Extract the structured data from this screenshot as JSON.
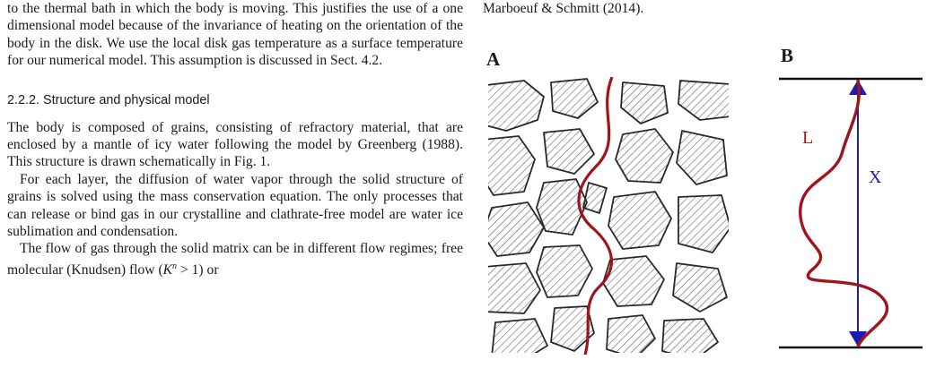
{
  "left_column": {
    "para1": "to the thermal bath in which the body is moving. This justifies the use of a one dimensional model because of the invariance of heating on the orientation of the body in the disk. We use the local disk gas temperature as a surface temperature for our numerical model. This assumption is discussed in Sect. 4.2.",
    "section_heading": "2.2.2. Structure and physical model",
    "para2": "The body is composed of grains, consisting of refractory material, that are enclosed by a mantle of icy water following the model by Greenberg (1988). This structure is drawn schematically in Fig. 1.",
    "para3": "For each layer, the diffusion of water vapor through the solid structure of grains is solved using the mass conservation equation. The only processes that can release or bind gas in our crystalline and clathrate-free model are water ice sublimation and condensation.",
    "para4_start": "The flow of gas through the solid matrix can be in different flow regimes; free molecular (Knudsen) flow (",
    "para4_symbol": "K",
    "para4_sup": "n",
    "para4_end": " > 1) or"
  },
  "right_column": {
    "top_line": "Marboeuf & Schmitt (2014).",
    "figure": {
      "panel_a_label": "A",
      "panel_b_label": "B",
      "path_label": "L",
      "distance_label": "X"
    }
  },
  "colors": {
    "text": "#1a1a1a",
    "path_red": "#a0141c",
    "arrow_blue": "#1a1ab4",
    "hatch": "#555555"
  }
}
